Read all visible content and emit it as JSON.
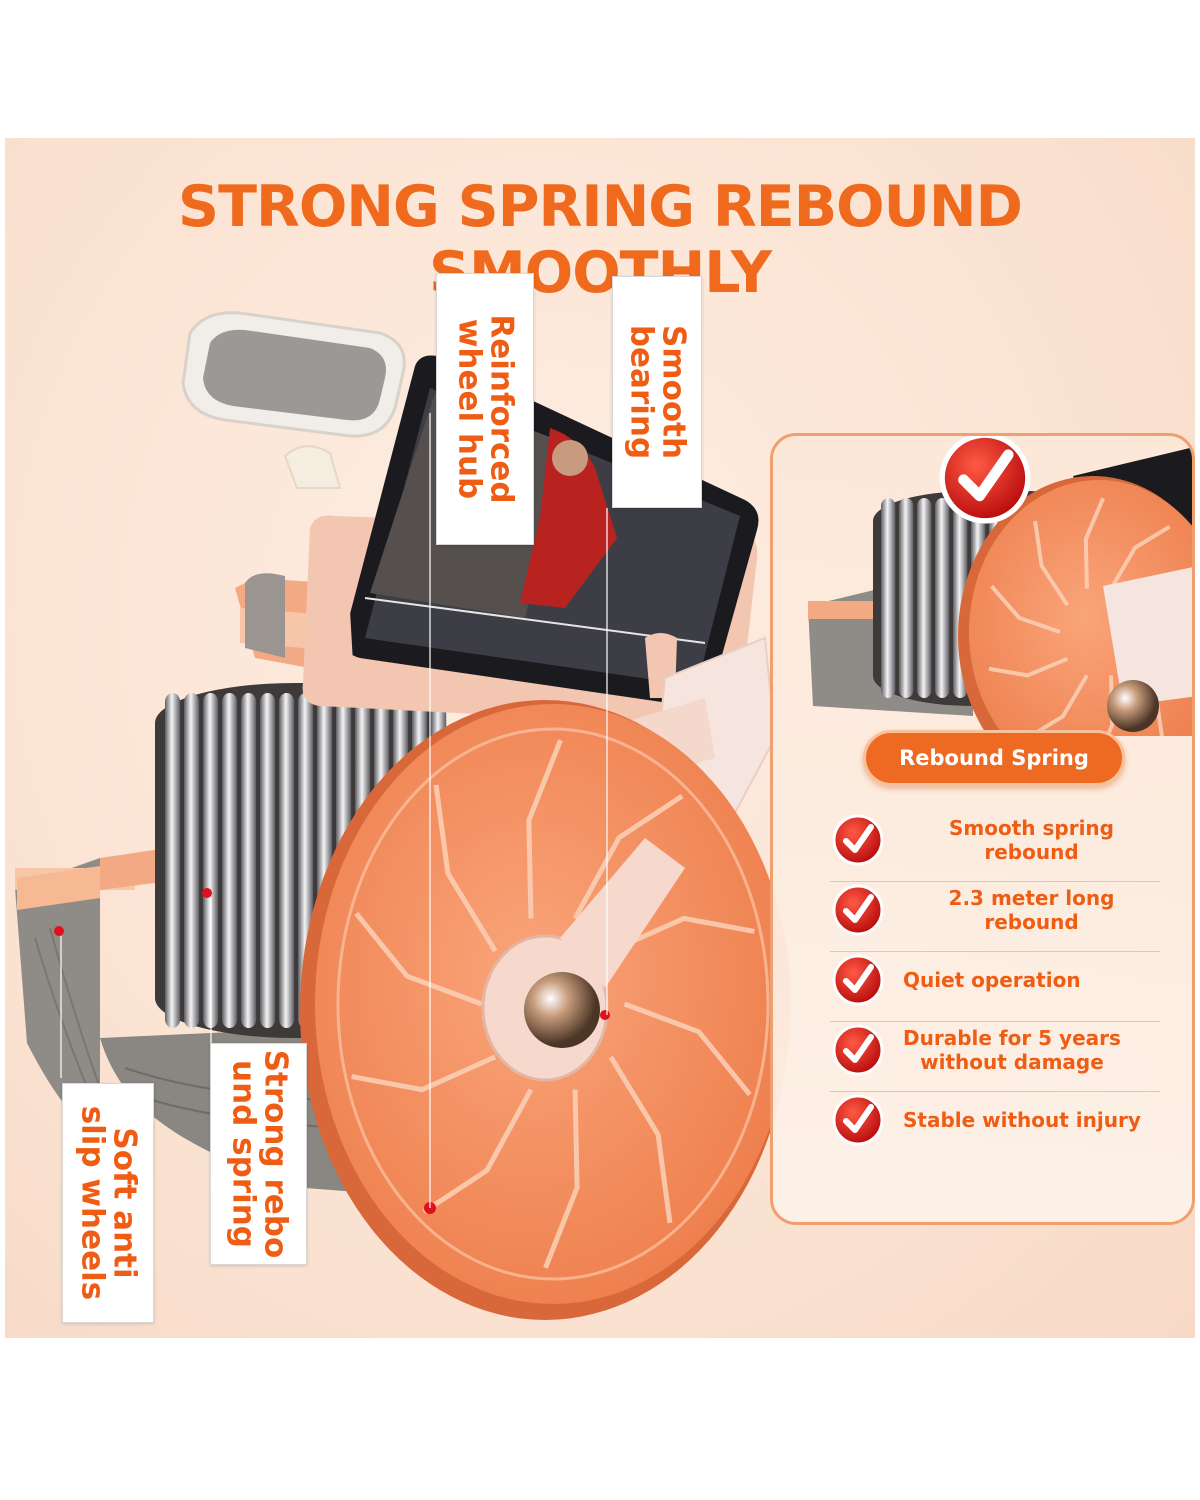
{
  "headline": "STRONG SPRING REBOUND SMOOTHLY",
  "callouts": {
    "reinforced_hub": "Reinforced\nwheel hub",
    "smooth_bearing": "Smooth\nbearing",
    "strong_spring": "Strong rebo\nund spring",
    "soft_wheels": "Soft anti\nslip wheels"
  },
  "panel": {
    "pill_label": "Rebound Spring",
    "features": [
      "Smooth spring rebound",
      "2.3 meter long rebound",
      "Quiet operation",
      "Durable for 5 years\nwithout damage",
      "Stable without injury"
    ]
  },
  "colors": {
    "accent": "#f06a1e",
    "wheel": "#f59467",
    "background": "#fbe4d4"
  }
}
